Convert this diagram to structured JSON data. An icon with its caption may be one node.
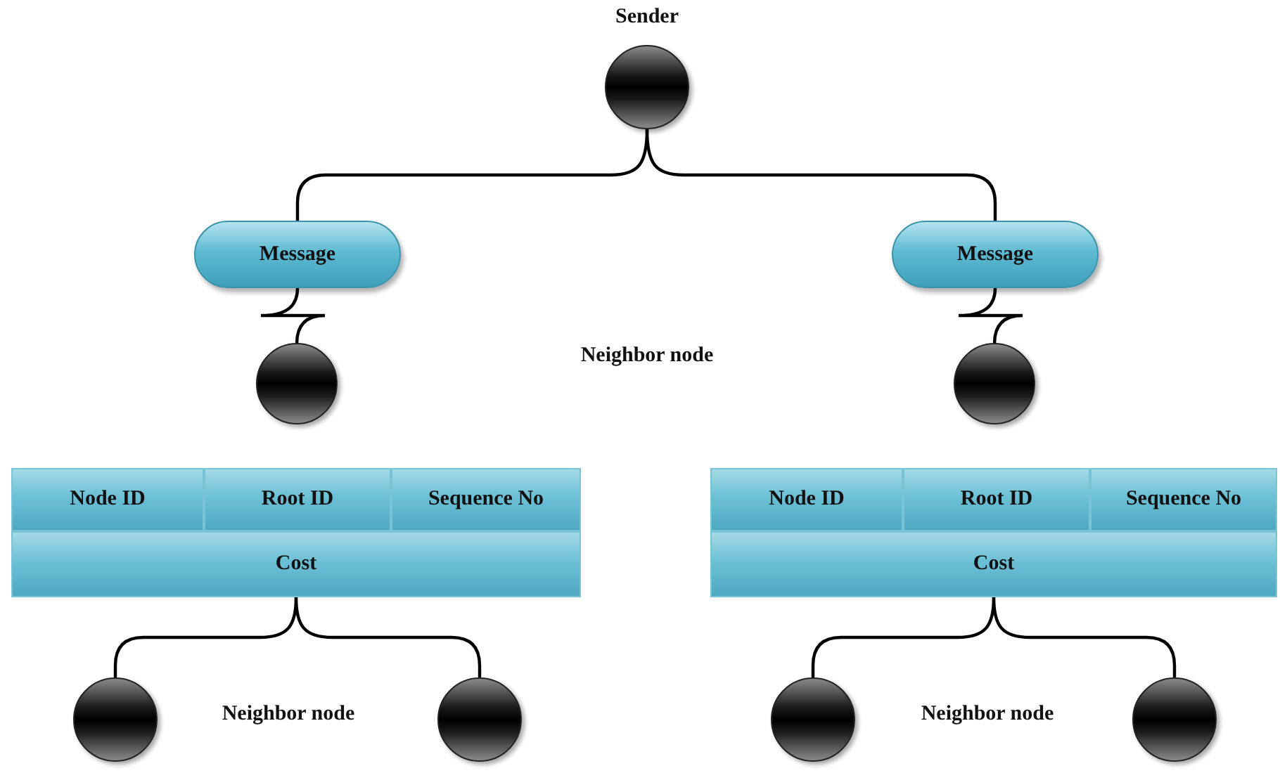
{
  "diagram": {
    "nodes": [
      {
        "text": [
          "Sender"
        ]
      },
      {
        "text": [
          "Message"
        ]
      },
      {
        "text": [
          "Message"
        ]
      },
      {
        "text": [],
        "shape": "circle"
      },
      {
        "text": [],
        "shape": "circle"
      },
      {
        "text": [
          "Node ID"
        ]
      },
      {
        "text": [
          "Root ID"
        ]
      },
      {
        "text": [
          "Sequence No"
        ]
      },
      {
        "text": [
          "Cost"
        ]
      },
      {
        "text": [
          "Node ID"
        ]
      },
      {
        "text": [
          "Root ID"
        ]
      },
      {
        "text": [
          "Sequence No"
        ]
      },
      {
        "text": [
          "Cost"
        ]
      },
      {
        "text": [],
        "shape": "circle"
      },
      {
        "text": [],
        "shape": "circle"
      },
      {
        "text": [],
        "shape": "circle"
      },
      {
        "text": [],
        "shape": "circle"
      }
    ],
    "edges": [
      {
        "from": 0,
        "to": 1,
        "arrow": "none"
      },
      {
        "from": 0,
        "to": 2,
        "arrow": "none"
      },
      {
        "from": 1,
        "to": 3,
        "arrow": "none"
      },
      {
        "from": 2,
        "to": 4,
        "arrow": "none"
      },
      {
        "from": 8,
        "to": 13,
        "arrow": "none"
      },
      {
        "from": 8,
        "to": 14,
        "arrow": "none"
      },
      {
        "from": 12,
        "to": 15,
        "arrow": "none"
      },
      {
        "from": 12,
        "to": 16,
        "arrow": "none"
      }
    ],
    "labels": [
      "Neighbor node",
      "Neighbor node",
      "Neighbor node"
    ]
  }
}
